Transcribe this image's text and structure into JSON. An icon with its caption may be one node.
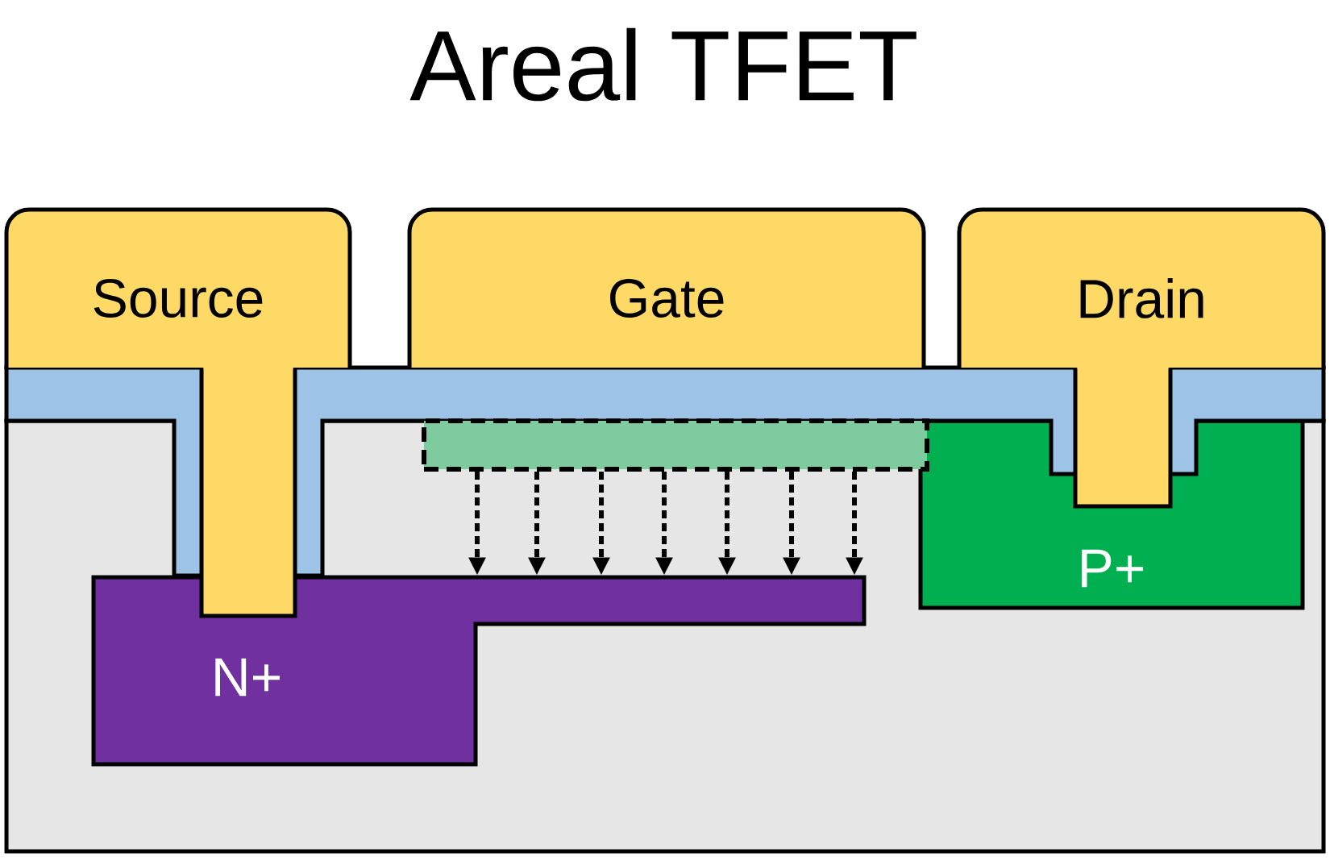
{
  "diagram": {
    "title": "Areal TFET",
    "nodes": [
      {
        "text": [
          "Source"
        ]
      },
      {
        "text": [
          "Gate"
        ]
      },
      {
        "text": [
          "Drain"
        ]
      },
      {
        "text": [
          "N+"
        ]
      },
      {
        "text": [
          "P+"
        ]
      },
      {
        "text": [],
        "shape": "box"
      }
    ],
    "edges": [
      {
        "from": 5,
        "to": 3,
        "arrow": "to",
        "style": "dashed"
      },
      {
        "from": 5,
        "to": 3,
        "arrow": "to",
        "style": "dashed"
      },
      {
        "from": 5,
        "to": 3,
        "arrow": "to",
        "style": "dashed"
      },
      {
        "from": 5,
        "to": 3,
        "arrow": "to",
        "style": "dashed"
      },
      {
        "from": 5,
        "to": 3,
        "arrow": "to",
        "style": "dashed"
      },
      {
        "from": 5,
        "to": 3,
        "arrow": "to",
        "style": "dashed"
      },
      {
        "from": 5,
        "to": 3,
        "arrow": "to",
        "style": "dashed"
      }
    ]
  }
}
